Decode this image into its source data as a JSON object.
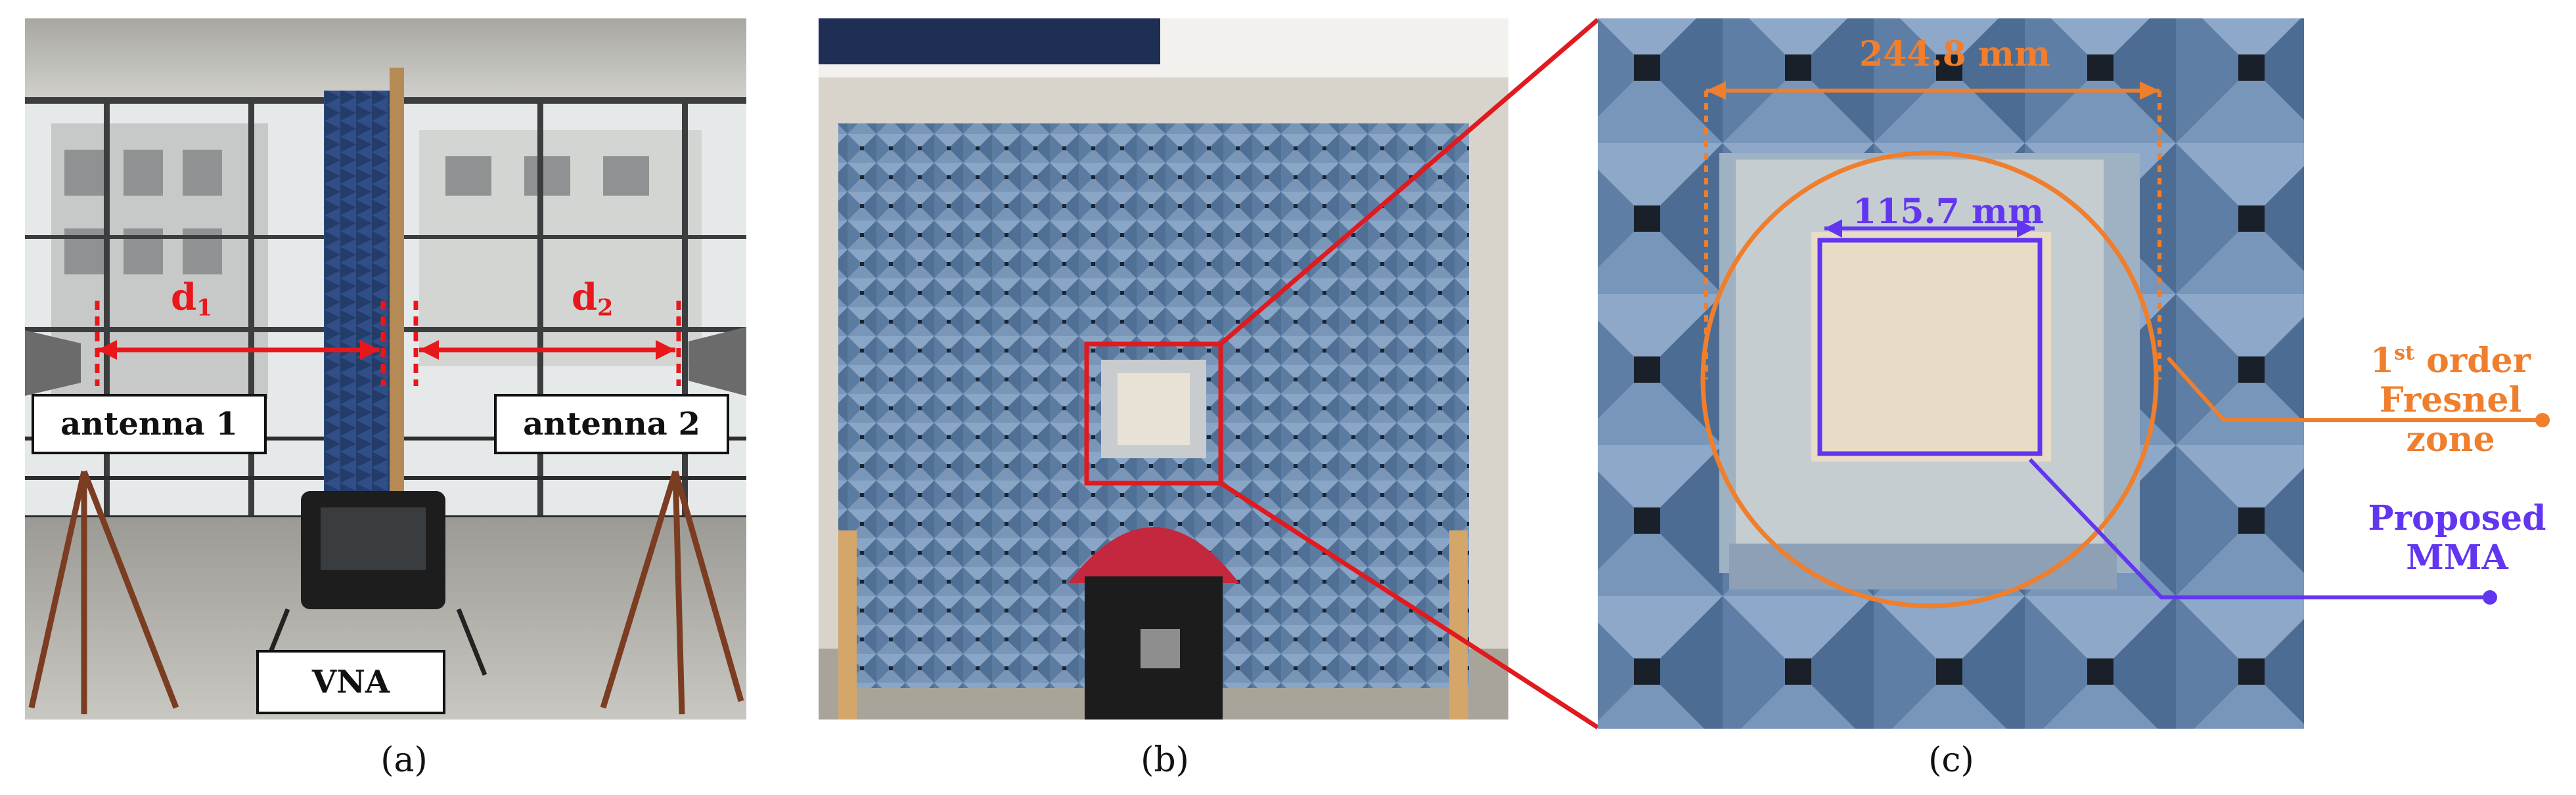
{
  "panels": [
    {
      "caption": "(a)"
    },
    {
      "caption": "(b)"
    },
    {
      "caption": "(c)"
    }
  ],
  "panel_a": {
    "antenna1_label": "antenna 1",
    "antenna2_label": "antenna 2",
    "vna_label": "VNA",
    "d1_base": "d",
    "d1_sub": "1",
    "d2_base": "d",
    "d2_sub": "2"
  },
  "panel_c": {
    "outer_dimension": "244.8 mm",
    "inner_dimension": "115.7 mm",
    "fresnel_sup_base": "1",
    "fresnel_sup": "st",
    "fresnel_line1_rest": " order",
    "fresnel_line2": "Fresnel zone",
    "mma_line1": "Proposed",
    "mma_line2": "MMA"
  },
  "colors": {
    "dimension_red": "#e8171b",
    "fresnel_orange": "#ef7e2d",
    "mma_purple": "#6236f0",
    "zoom_red": "#e01a1f",
    "absorber_blue": "#6f8fb3"
  }
}
